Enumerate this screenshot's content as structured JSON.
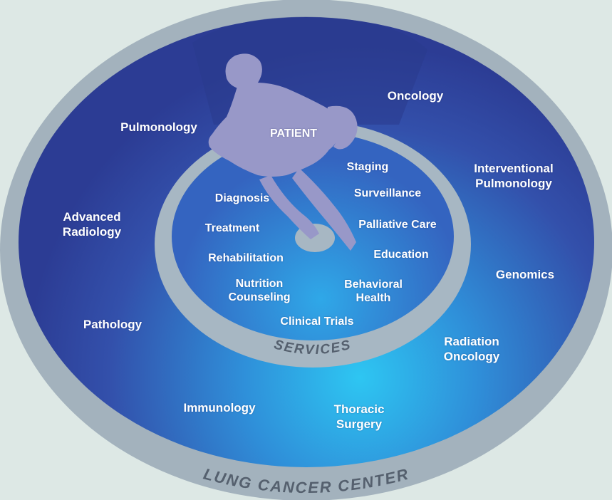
{
  "colors": {
    "background": "#dde8e5",
    "outer_ring": "#a3b2bd",
    "outer_disc_edge": "#2c3c94",
    "outer_disc_center": "#2ec6f2",
    "inner_ring": "#a7b7c3",
    "patient_silhouette": "#9898c8",
    "label_text": "#ffffff",
    "ring_text": "#55606e"
  },
  "diagram": {
    "center_label": "PATIENT",
    "outer_ring_label": "LUNG CANCER CENTER",
    "inner_ring_label": "SERVICES",
    "specialties": [
      "Oncology",
      "Pulmonology",
      "Interventional",
      "Pulmonology",
      "Advanced",
      "Radiology",
      "Genomics",
      "Pathology",
      "Radiation",
      "Oncology",
      "Immunology",
      "Thoracic",
      "Surgery"
    ],
    "services": [
      "Staging",
      "Surveillance",
      "Diagnosis",
      "Treatment",
      "Palliative Care",
      "Education",
      "Rehabilitation",
      "Nutrition",
      "Counseling",
      "Behavioral",
      "Health",
      "Clinical Trials"
    ]
  }
}
